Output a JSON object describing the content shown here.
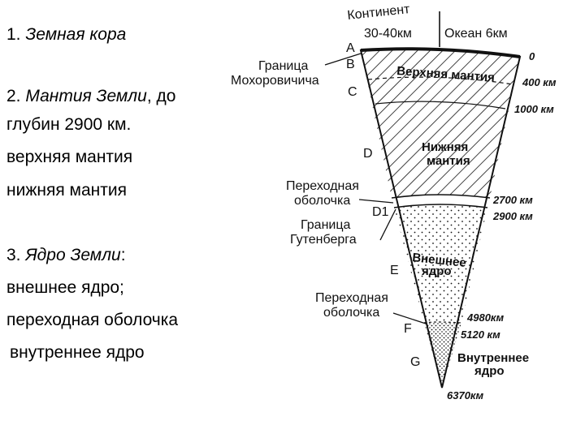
{
  "text": {
    "crust_num": "1. ",
    "crust_name": "Земная кора",
    "mantle_num": "2. ",
    "mantle_name": "Мантия Земли",
    "mantle_rest": ", до",
    "mantle_depth": "глубин 2900 км.",
    "upper_mantle": "верхняя мантия",
    "lower_mantle": "нижняя мантия",
    "core_num": "3. ",
    "core_name": "Ядро Земли",
    "core_colon": ":",
    "outer_core": "внешнее ядро;",
    "transition": "переходная оболочка",
    "inner_core": "внутреннее ядро"
  },
  "diagram": {
    "continent_line1": "Континент",
    "continent_line2": "30-40км",
    "ocean": "Океан 6км",
    "moho_line1": "Граница",
    "moho_line2": "Мохоровичича",
    "upper_mantle_line1": "Верхняя мантия",
    "lower_mantle_line1": "Нижняя",
    "lower_mantle_line2": "мантия",
    "transition1_line1": "Переходная",
    "transition1_line2": "оболочка",
    "gutenberg_line1": "Граница",
    "gutenberg_line2": "Гутенберга",
    "outer_core_line1": "Внешнее",
    "outer_core_line2": "ядро",
    "transition2_line1": "Переходная",
    "transition2_line2": "оболочка",
    "inner_core_line1": "Внутреннее",
    "inner_core_line2": "ядро",
    "letters": [
      "A",
      "B",
      "C",
      "D",
      "D1",
      "E",
      "F",
      "G"
    ],
    "depths": [
      "0",
      "400 км",
      "1000 км",
      "2700 км",
      "2900 км",
      "4980км",
      "5120 км",
      "6370км"
    ]
  }
}
